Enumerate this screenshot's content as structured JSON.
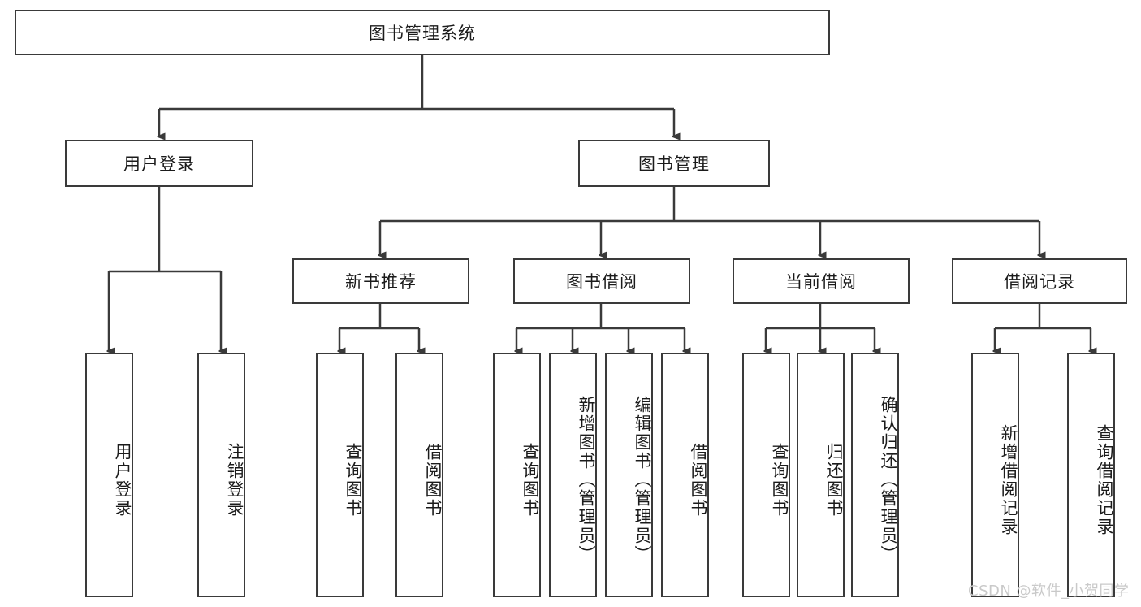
{
  "diagram": {
    "type": "tree-hierarchy-chart",
    "title": "图书管理系统",
    "orientation": "top-down",
    "colors": {
      "background": "#ffffff",
      "box_border": "#3a3a3a",
      "box_fill": "#ffffff",
      "connector": "#3a3a3a",
      "text": "#1b1b1b",
      "watermark": "#c9c9c9"
    },
    "nodes": {
      "root": {
        "label": "图书管理系统"
      },
      "level1": [
        {
          "id": "user-login",
          "label": "用户登录"
        },
        {
          "id": "book-manage",
          "label": "图书管理"
        }
      ],
      "level2": [
        {
          "id": "new-book-recommend",
          "label": "新书推荐"
        },
        {
          "id": "book-borrow",
          "label": "图书借阅"
        },
        {
          "id": "current-borrow",
          "label": "当前借阅"
        },
        {
          "id": "borrow-record",
          "label": "借阅记录"
        }
      ],
      "leaves": {
        "user_login": [
          {
            "id": "leaf-user-login",
            "label": "用户登录"
          },
          {
            "id": "leaf-logout-login",
            "label": "注销登录"
          }
        ],
        "new_book_recommend": [
          {
            "id": "leaf-query-book-1",
            "label": "查询图书"
          },
          {
            "id": "leaf-borrow-book-1",
            "label": "借阅图书"
          }
        ],
        "book_borrow": [
          {
            "id": "leaf-query-book-2",
            "label": "查询图书"
          },
          {
            "id": "leaf-add-book",
            "label": "新增图书（管理员）"
          },
          {
            "id": "leaf-edit-book",
            "label": "编辑图书（管理员）"
          },
          {
            "id": "leaf-borrow-book-2",
            "label": "借阅图书"
          }
        ],
        "current_borrow": [
          {
            "id": "leaf-query-book-3",
            "label": "查询图书"
          },
          {
            "id": "leaf-return-book",
            "label": "归还图书"
          },
          {
            "id": "leaf-confirm-return",
            "label": "确认归还（管理员）"
          }
        ],
        "borrow_record": [
          {
            "id": "leaf-add-record",
            "label": "新增借阅记录"
          },
          {
            "id": "leaf-query-record",
            "label": "查询借阅记录"
          }
        ]
      }
    },
    "watermark": "CSDN @软件_小贺同学"
  }
}
